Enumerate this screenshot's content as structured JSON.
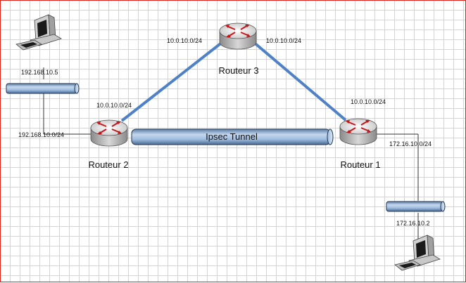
{
  "routers": {
    "r1": {
      "name": "Routeur 1",
      "addr_top": "10.0.10.0/24",
      "addr_right": "172.16.10.0/24"
    },
    "r2": {
      "name": "Routeur 2",
      "addr_top": "10.0.10.0/24",
      "addr_left": "192.168.10.0/24"
    },
    "r3": {
      "name": "Routeur 3",
      "addr_left": "10.0.10.0/24",
      "addr_right": "10.0.10.0/24"
    }
  },
  "tunnel": {
    "label": "Ipsec Tunnel"
  },
  "hosts": {
    "host_left": {
      "ip": "192.168.10.5"
    },
    "host_right": {
      "ip": "172.16.10.2"
    }
  },
  "colors": {
    "link": "#4f81c7",
    "tube": "#8fb0d6",
    "frame": "#d9251c"
  }
}
